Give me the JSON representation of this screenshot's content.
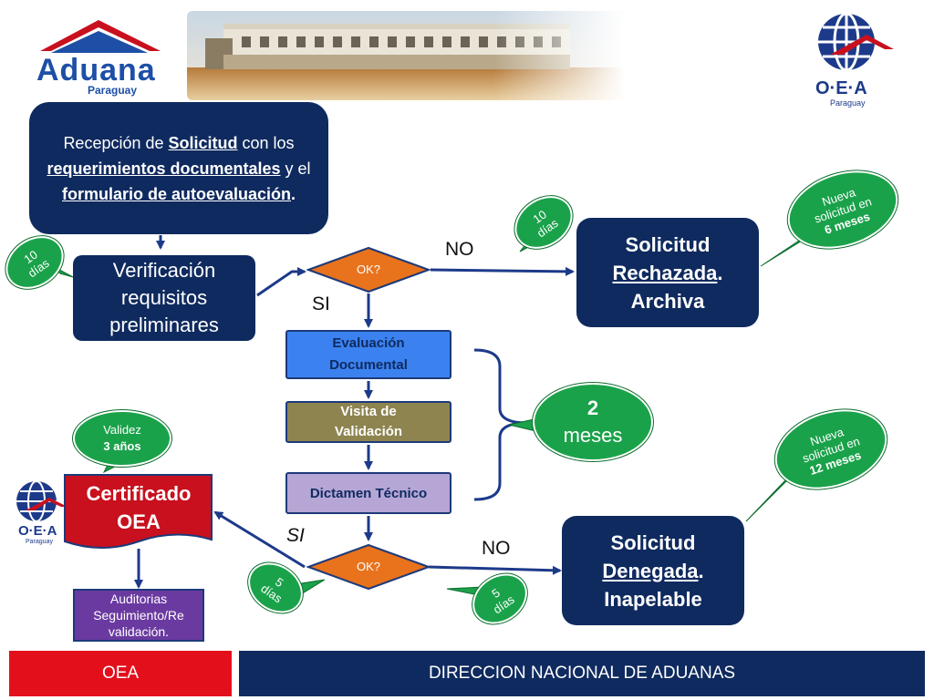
{
  "header": {
    "aduana_logo_name": "Aduana",
    "aduana_logo_country": "Paraguay",
    "oea_logo_name": "O·E·A",
    "oea_logo_country": "Paraguay"
  },
  "boxes": {
    "reception": {
      "t1": "Recepción de ",
      "t2": "Solicitud",
      "t3": " con los ",
      "t4": "requerimientos documentales",
      "t5": " y el ",
      "t6": "formulario de autoevaluación",
      "t7": "."
    },
    "verification": "Verificación requisitos preliminares",
    "rejected": {
      "l1": "Solicitud",
      "l2": "Rechazada",
      "l2b": ".",
      "l3": "Archiva"
    },
    "denied": {
      "l1": "Solicitud",
      "l2": "Denegada",
      "l2b": ".",
      "l3": "Inapelable"
    },
    "evaluation": "Evaluación Documental",
    "visit": "Visita de Validación",
    "dictamen": "Dictamen Técnico",
    "certificate": "Certificado OEA",
    "audits": "Auditorias Seguimiento/Re validación."
  },
  "decisions": {
    "ok1": "OK?",
    "ok2": "OK?"
  },
  "labels": {
    "no1": "NO",
    "si1": "SI",
    "no2": "NO",
    "si2": "SI"
  },
  "bubbles": {
    "verif_days": {
      "num": "10",
      "unit": "días"
    },
    "reject_days": {
      "num": "10",
      "unit": "días"
    },
    "two_months": {
      "num": "2",
      "unit": "meses"
    },
    "validity": {
      "l1": "Validez",
      "l2": "3 años"
    },
    "reapply_6": {
      "l1": "Nueva",
      "l2": "solicitud en",
      "l3": "6 meses"
    },
    "reapply_12": {
      "l1": "Nueva",
      "l2": "solicitud en",
      "l3": "12 meses"
    },
    "cert_days": {
      "num": "5",
      "unit": "días"
    },
    "deny_days": {
      "num": "5",
      "unit": "días"
    }
  },
  "footer": {
    "left": "OEA",
    "right": "DIRECCION NACIONAL DE ADUANAS"
  },
  "colors": {
    "navy": "#0f2a5f",
    "green": "#1aa24a",
    "orange": "#e8731c",
    "blue_box": "#3b82f0",
    "olive_box": "#8e8450",
    "lavender_box": "#b6a6d6",
    "red": "#c8101e",
    "purple": "#6a3aa0"
  }
}
